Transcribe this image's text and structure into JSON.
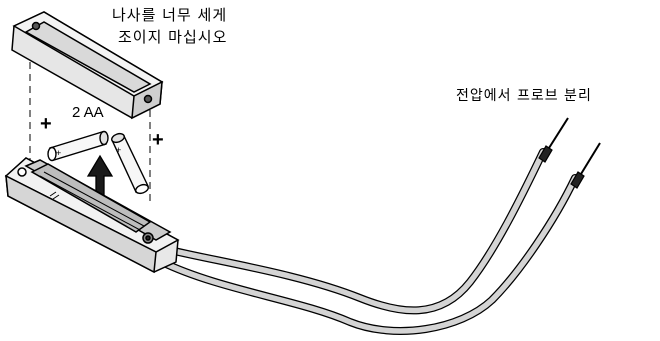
{
  "labels": {
    "warning_line1": "나사를 너무 세게",
    "warning_line2": "조이지 마십시오",
    "probe_note": "전압에서 프로브 분리",
    "battery_label": "2 AA",
    "plus_symbol": "+"
  },
  "colors": {
    "stroke": "#000000",
    "body_fill": "#e8e8e8",
    "dark_fill": "#1a1a1a",
    "lead_fill": "#d4d4d4",
    "background": "#ffffff"
  }
}
